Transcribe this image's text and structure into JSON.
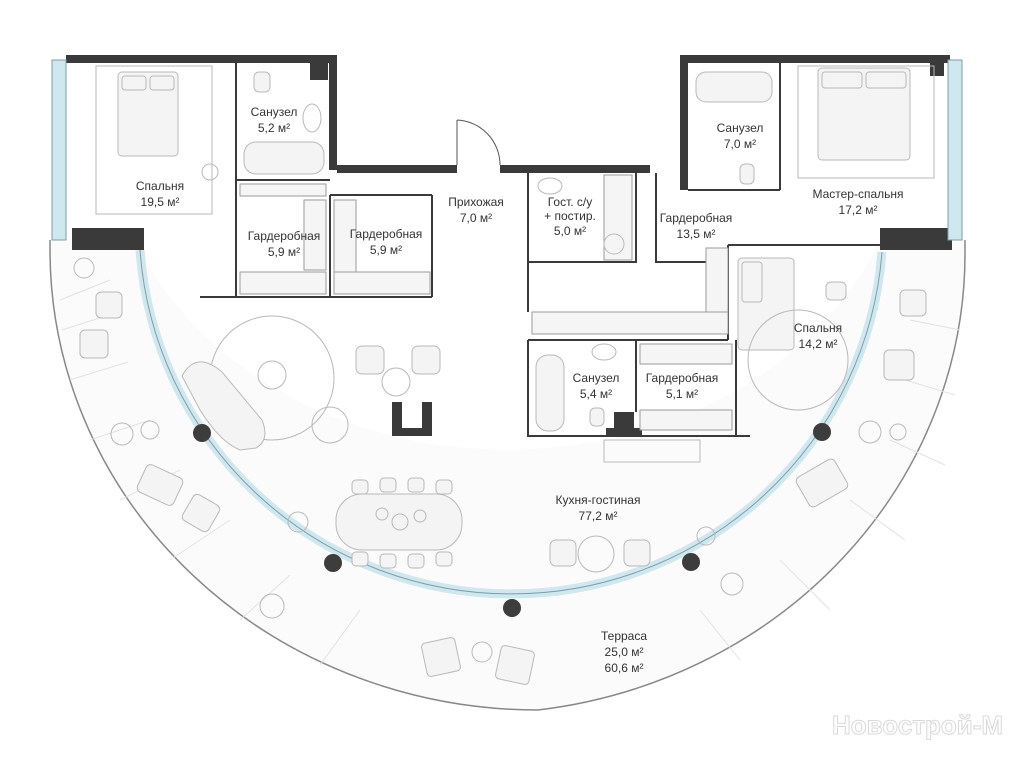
{
  "rooms": {
    "bedroom_left": {
      "name": "Спальня",
      "area": "19,5 м²"
    },
    "bathroom_top": {
      "name": "Санузел",
      "area": "5,2 м²"
    },
    "wardrobe_1": {
      "name": "Гардеробная",
      "area": "5,9 м²"
    },
    "wardrobe_2": {
      "name": "Гардеробная",
      "area": "5,9 м²"
    },
    "hallway": {
      "name": "Прихожая",
      "area": "7,0 м²"
    },
    "guest_wc_line1": "Гост. с/у",
    "guest_wc_line2": "+ постир.",
    "guest_wc_area": "5,0 м²",
    "wardrobe_3": {
      "name": "Гардеробная",
      "area": "13,5 м²"
    },
    "bathroom_right": {
      "name": "Санузел",
      "area": "7,0 м²"
    },
    "master_bedroom": {
      "name": "Мастер-спальня",
      "area": "17,2 м²"
    },
    "bedroom_right": {
      "name": "Спальня",
      "area": "14,2 м²"
    },
    "bathroom_mid": {
      "name": "Санузел",
      "area": "5,4 м²"
    },
    "wardrobe_4": {
      "name": "Гардеробная",
      "area": "5,1 м²"
    },
    "kitchen_living": {
      "name": "Кухня-гостиная",
      "area": "77,2 м²"
    },
    "terrace": {
      "name": "Терраса",
      "area": "25,0 м²",
      "area2": "60,6 м²"
    }
  },
  "watermark": "Новострой-М",
  "colors": {
    "wall": "#3a3a3a",
    "glass": "#cfe7ee",
    "column": "#3d3d3d",
    "furniture": "#b9b9b9"
  }
}
